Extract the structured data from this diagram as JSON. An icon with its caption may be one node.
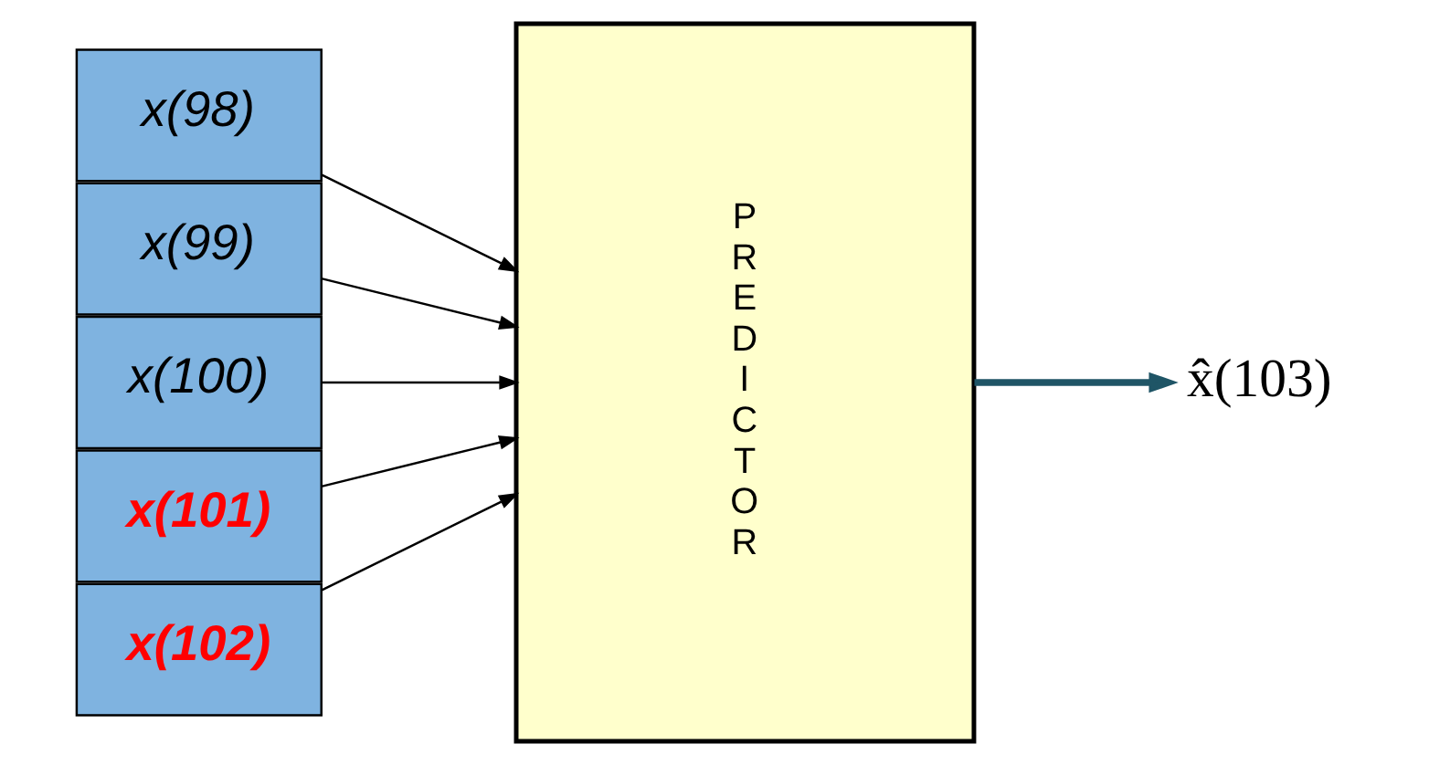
{
  "diagram": {
    "nodes": [
      {
        "text": [
          "x(98)"
        ]
      },
      {
        "text": [
          "x(99)"
        ]
      },
      {
        "text": [
          "x(100)"
        ]
      },
      {
        "text": [
          "x(101)"
        ]
      },
      {
        "text": [
          "x(102)"
        ]
      },
      {
        "text": [
          "P R E D I C T O R"
        ]
      },
      {
        "text": [
          "x̂(103)"
        ]
      }
    ],
    "edges": [
      {
        "from": 0,
        "to": 5,
        "arrow": "to"
      },
      {
        "from": 1,
        "to": 5,
        "arrow": "to"
      },
      {
        "from": 2,
        "to": 5,
        "arrow": "to"
      },
      {
        "from": 3,
        "to": 5,
        "arrow": "to"
      },
      {
        "from": 4,
        "to": 5,
        "arrow": "to"
      },
      {
        "from": 5,
        "to": 6,
        "arrow": "to",
        "style": "thick",
        "color": "#1f5566"
      }
    ]
  }
}
